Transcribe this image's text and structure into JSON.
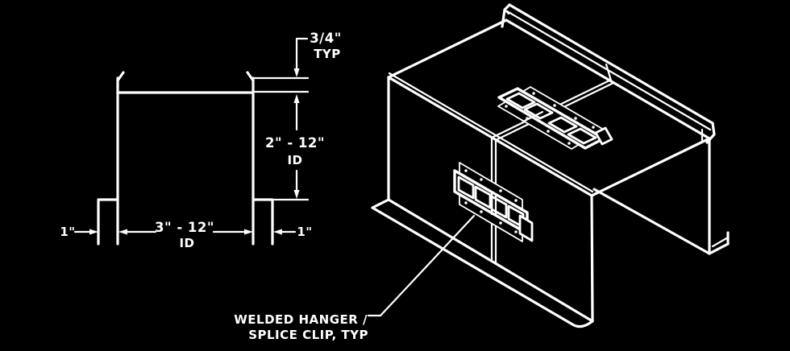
{
  "colors": {
    "background": "#000000",
    "ink": "#ffffff"
  },
  "section_view": {
    "dim_lip": {
      "value": "3/4\"",
      "qualifier": "TYP"
    },
    "dim_depth": {
      "value": "2\" - 12\"",
      "qualifier": "ID"
    },
    "dim_width": {
      "value": "3\" - 12\"",
      "qualifier": "ID"
    },
    "dim_flange_left": "1\"",
    "dim_flange_right": "1\""
  },
  "iso_view": {
    "callout": {
      "line1": "WELDED HANGER /",
      "line2": "SPLICE CLIP, TYP"
    }
  }
}
